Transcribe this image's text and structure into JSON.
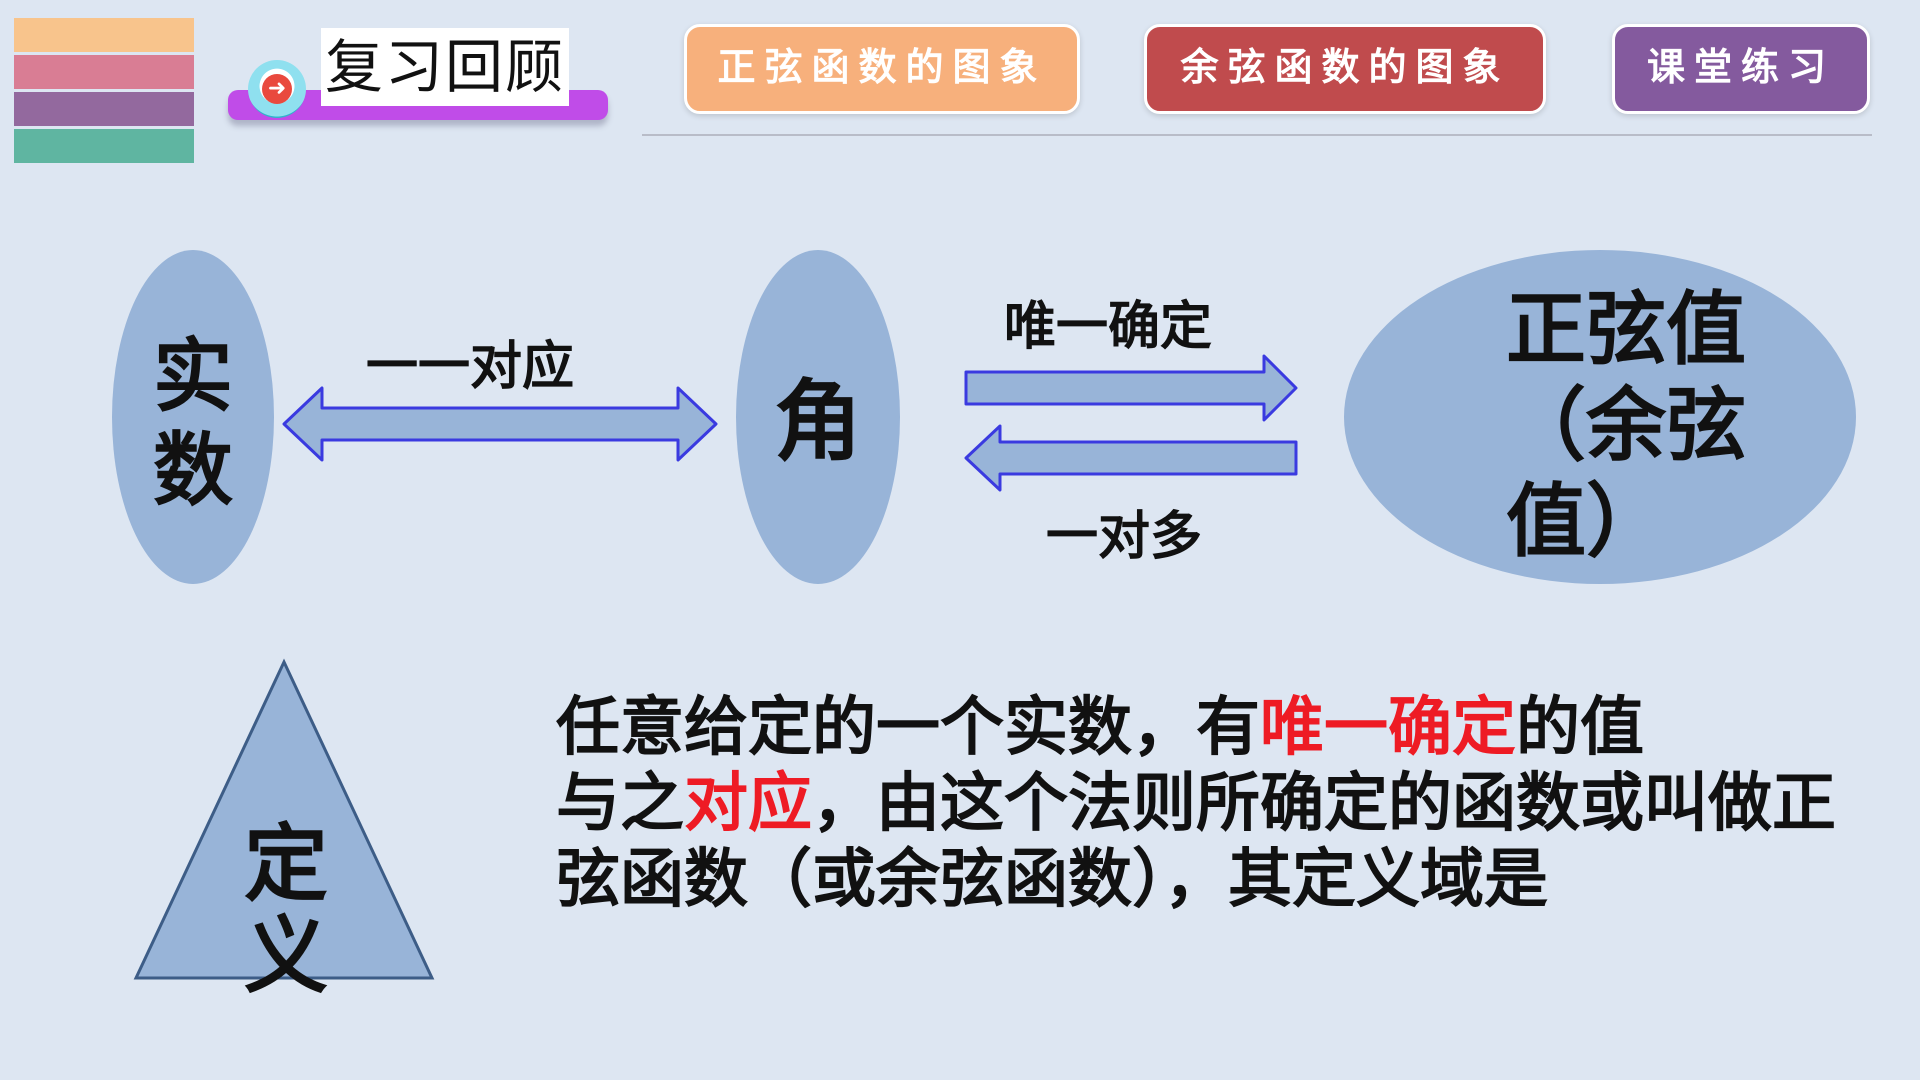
{
  "header": {
    "review_label": "复习回顾",
    "stripe_colors": [
      "#f8c48c",
      "#d97d94",
      "#93699e",
      "#5fb5a1"
    ]
  },
  "nav": {
    "sine_graph": "正弦函数的图象",
    "cosine_graph": "余弦函数的图象",
    "class_exercise": "课堂练习"
  },
  "diagram": {
    "real_number": "实数",
    "angle": "角",
    "value_line1": "正弦值",
    "value_line2": "（余弦",
    "value_line3": "值）",
    "one_to_one": "一一对应",
    "uniquely_determined": "唯一确定",
    "one_to_many": "一对多"
  },
  "definition": {
    "label": "定义",
    "seg1": "任意给定的一个实数，有",
    "seg2": "唯一确定",
    "seg3": "的值",
    "seg4": "与之",
    "seg5": "对应",
    "seg6": "，由这个法则所确定的函数或叫做正弦函数（或余弦函数），其定义域是"
  },
  "colors": {
    "background": "#dde6f2",
    "shape_fill": "#98b4d8",
    "arrow_stroke": "#3a3ae0",
    "highlight": "#ee1b24",
    "review_bar": "#c04ce8",
    "nav_sine": "#f7b07c",
    "nav_cosine": "#c04b4d",
    "nav_exercise": "#845a9e"
  }
}
